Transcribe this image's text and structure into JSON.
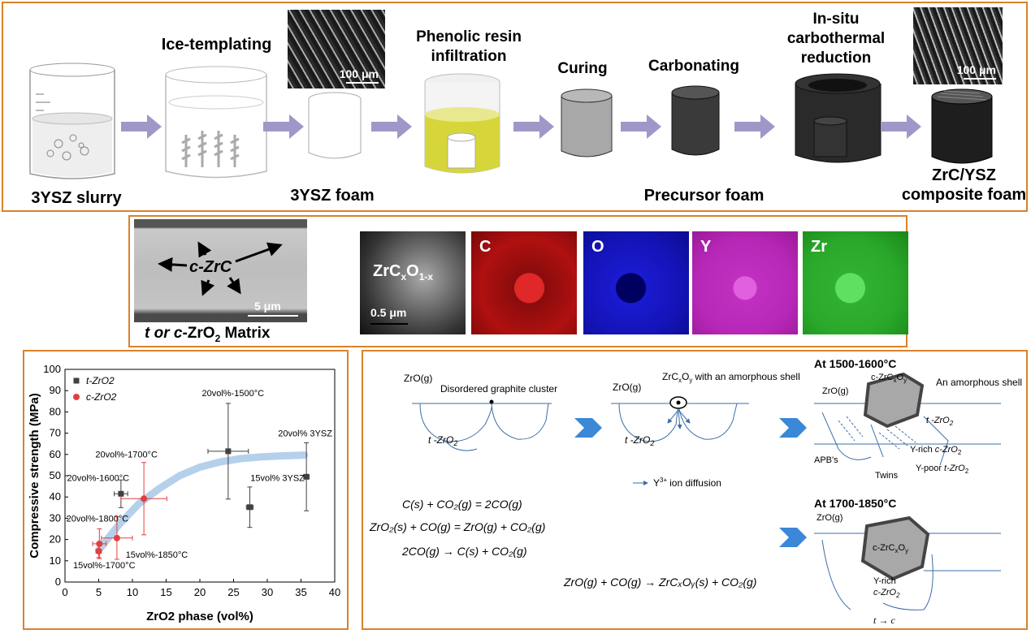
{
  "process": {
    "steps": [
      {
        "label": "3YSZ slurry"
      },
      {
        "label": "Ice-templating"
      },
      {
        "label": "3YSZ foam"
      },
      {
        "label": "Phenolic resin infiltration"
      },
      {
        "label": "Curing"
      },
      {
        "label": "Carbonating"
      },
      {
        "label": "Precursor foam"
      },
      {
        "label": "In-situ carbothermal reduction"
      },
      {
        "label": "ZrC/YSZ composite foam"
      }
    ],
    "sem_scale_1": "100 μm",
    "sem_scale_2": "100 μm"
  },
  "micro": {
    "sem_phase_label": "c-ZrC",
    "sem_scale": "5 μm",
    "sem_caption_a": "t or c",
    "sem_caption_b": "-ZrO",
    "sem_caption_sub": "2",
    "sem_caption_c": " Matrix",
    "tem_label": "ZrC",
    "tem_label_sub1": "x",
    "tem_label_mid": "O",
    "tem_label_sub2": "1-x",
    "tem_scale": "0.5 μm",
    "maps": [
      {
        "label": "C",
        "color": "#c01818"
      },
      {
        "label": "O",
        "color": "#1010b0"
      },
      {
        "label": "Y",
        "color": "#c030c0"
      },
      {
        "label": "Zr",
        "color": "#30c030"
      }
    ]
  },
  "chart_data": {
    "type": "scatter",
    "xlabel": "ZrO2 phase (vol%)",
    "ylabel": "Compressive strength (MPa)",
    "xlim": [
      0,
      40
    ],
    "ylim": [
      0,
      100
    ],
    "xticks": [
      0,
      5,
      10,
      15,
      20,
      25,
      30,
      35,
      40
    ],
    "yticks": [
      0,
      10,
      20,
      30,
      40,
      50,
      60,
      70,
      80,
      90,
      100
    ],
    "legend_position": "top-left",
    "series": [
      {
        "name": "t-ZrO2",
        "color": "#404040",
        "marker": "square",
        "points": [
          {
            "x": 8.3,
            "y": 41.5,
            "xerr": 1.0,
            "yerr": 6.5
          },
          {
            "x": 24.2,
            "y": 61.5,
            "xerr": 3.0,
            "yerr": 22.5
          },
          {
            "x": 27.4,
            "y": 35.2,
            "xerr": 0.5,
            "yerr": 9.5
          },
          {
            "x": 35.8,
            "y": 49.5,
            "xerr": 0.4,
            "yerr": 16.0
          }
        ]
      },
      {
        "name": "c-ZrO2",
        "color": "#e04040",
        "marker": "circle",
        "points": [
          {
            "x": 5.0,
            "y": 14.5,
            "xerr": 0.4,
            "yerr": 3.0
          },
          {
            "x": 5.1,
            "y": 18.0,
            "xerr": 1.0,
            "yerr": 7.0
          },
          {
            "x": 7.7,
            "y": 20.7,
            "xerr": 2.3,
            "yerr": 10.0
          },
          {
            "x": 11.7,
            "y": 39.2,
            "xerr": 3.4,
            "yerr": 17.0
          }
        ]
      }
    ],
    "trend": {
      "color": "#a8c8e8",
      "x": [
        5,
        8,
        11,
        14,
        17,
        20,
        23,
        26,
        29,
        32,
        35.5
      ],
      "y": [
        15,
        27,
        37,
        44,
        50,
        54,
        56.5,
        58,
        58.8,
        59.3,
        59.7
      ]
    },
    "annotations": [
      {
        "text": "20vol%-1500°C",
        "x": 20.3,
        "y": 87.5
      },
      {
        "text": "20vol% 3YSZ",
        "x": 31.6,
        "y": 68.5
      },
      {
        "text": "20vol%-1700°C",
        "x": 4.5,
        "y": 58.5
      },
      {
        "text": "20vol%-1600°C",
        "x": 0.3,
        "y": 47.5
      },
      {
        "text": "15vol% 3YSZ",
        "x": 27.5,
        "y": 47.5
      },
      {
        "text": "20vol%-1800°C",
        "x": 0.2,
        "y": 28.5
      },
      {
        "text": "15vol%-1850°C",
        "x": 9.0,
        "y": 11.5
      },
      {
        "text": "15vol%-1700°C",
        "x": 1.2,
        "y": 6.5
      }
    ]
  },
  "mechanism": {
    "zro_g": "ZrO(g)",
    "disordered": "Disordered graphite cluster",
    "t_zro2": "t -ZrO",
    "zrcxoy_shell": "ZrC",
    "zrcxoy_shell_tail": "with an amorphous shell",
    "y3_diffusion": "Y",
    "y3_sup": "3+",
    "y3_tail": "ion diffusion",
    "eq1": "C(s) + CO₂(g) = 2CO(g)",
    "eq2": "ZrO₂(s) + CO(g) = ZrO(g) + CO₂(g)",
    "eq3": "2CO(g) → C(s) + CO₂(g)",
    "eq4": "ZrO(g) + CO(g) → ZrCₓOᵧ(s) + CO₂(g)",
    "heading1": "At 1500-1600°C",
    "heading2": "At 1700-1850°C",
    "amorphous": "An amorphous shell",
    "c_zrcxoy": "c-ZrC",
    "t_zro2_r": "t -ZrO",
    "y_rich": "Y-rich",
    "y_rich_c": "c-ZrO",
    "y_poor": "Y-poor",
    "y_poor_t": "t-ZrO",
    "apbs": "APB's",
    "twins": "Twins",
    "t_to_c": "t → c"
  }
}
